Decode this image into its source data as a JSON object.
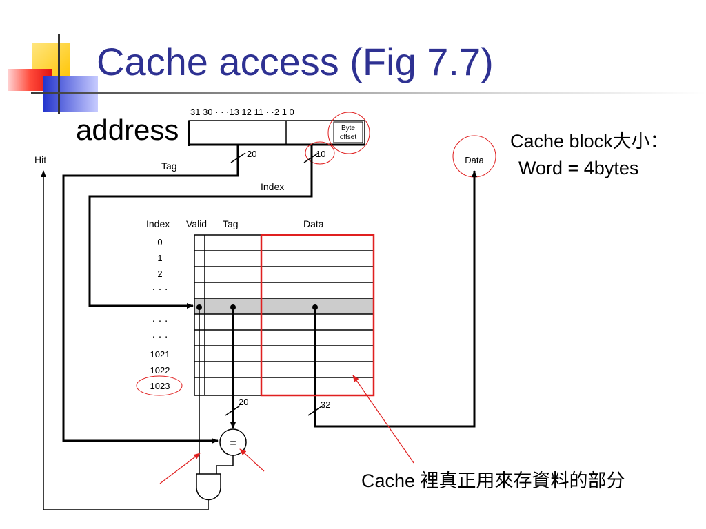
{
  "slide": {
    "title": "Cache access (Fig 7.7)",
    "address_label": "address",
    "note_block_size": "Cache block大小：",
    "note_word_size": "Word = 4bytes",
    "note_data_part": "Cache 裡真正用來存資料的部分"
  },
  "address_field": {
    "bit_labels": "31 30 · · ·13 12 11 · ·2 1 0",
    "byte_offset_line1": "Byte",
    "byte_offset_line2": "offset",
    "tag_width": "20",
    "index_width": "10",
    "tag_label": "Tag",
    "index_label": "Index"
  },
  "cache_table": {
    "headers": {
      "index": "Index",
      "valid": "Valid",
      "tag": "Tag",
      "data": "Data"
    },
    "row_labels": [
      "0",
      "1",
      "2",
      "· · ·",
      "· · ·",
      "· · ·",
      "1021",
      "1022",
      "1023"
    ],
    "tag_out_width": "20",
    "data_out_width": "32"
  },
  "outputs": {
    "hit_label": "Hit",
    "data_label": "Data",
    "comparator_symbol": "="
  },
  "colors": {
    "title": "#2e3192",
    "highlight": "#e02020",
    "selected_row": "#cccccc",
    "deco_yellow": "#ffd200",
    "deco_red": "#ff3b30",
    "deco_blue": "#3a4fd8"
  }
}
